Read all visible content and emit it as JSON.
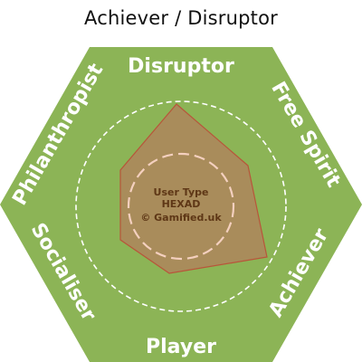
{
  "title": "Achiever / Disruptor",
  "colors": {
    "hexagon_fill": "#8cb456",
    "profile_fill": "#a98c5b",
    "profile_stroke": "#b8553a",
    "dashed_outer": "#ffffff",
    "dashed_inner": "#f4d0bf",
    "label_color": "#ffffff",
    "center_text_color": "#5e3716"
  },
  "hexad": {
    "labels": {
      "top": "Disruptor",
      "top_right": "Free Spirit",
      "bottom_right": "Achiever",
      "bottom": "Player",
      "bottom_left": "Socialiser",
      "top_left": "Philanthropist"
    },
    "center": {
      "line1": "User Type",
      "line2": "HEXAD",
      "line3": "© Gamified.uk"
    }
  }
}
